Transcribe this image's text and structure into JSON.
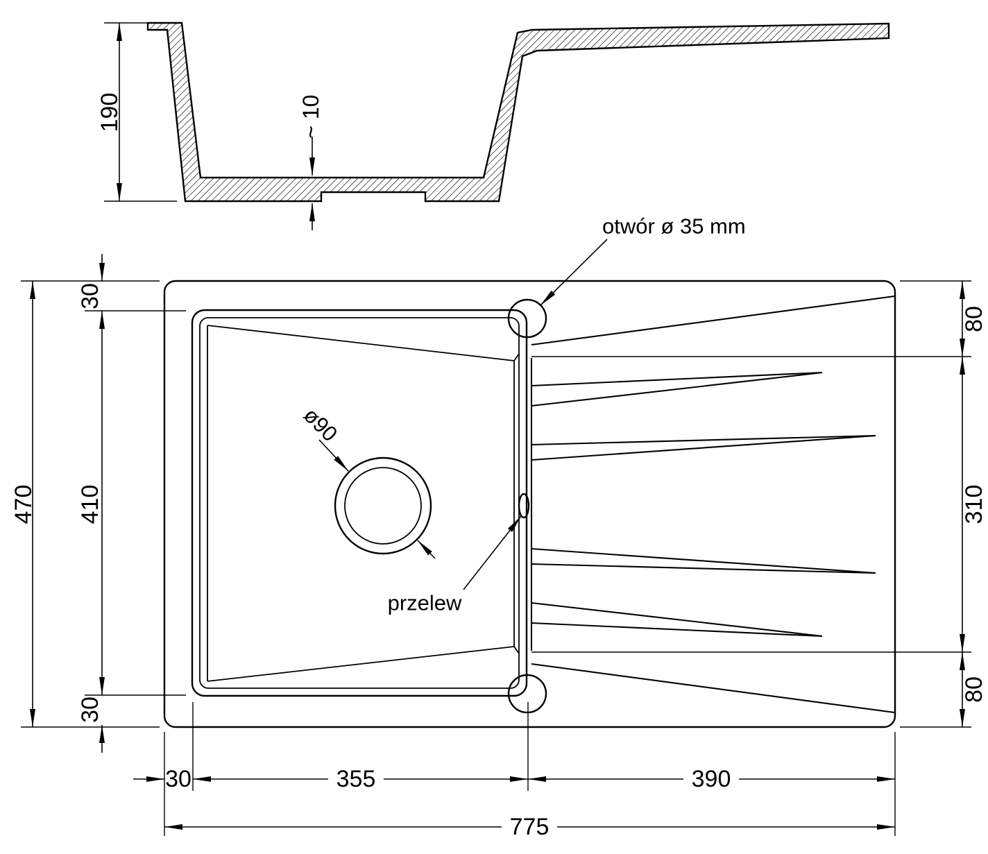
{
  "section": {
    "depth": "190",
    "floor_thickness": "~ 10"
  },
  "plan": {
    "dims": {
      "overall_height": "470",
      "rim_top": "30",
      "bowl_length": "410",
      "rim_bottom": "30",
      "drainer_top": "80",
      "drainer_length": "310",
      "drainer_bottom": "80",
      "rim_left": "30",
      "bowl_width": "355",
      "drainer_width": "390",
      "overall_width": "775"
    },
    "callouts": {
      "tap_hole": "otwór ø 35 mm",
      "drain": "ø90",
      "overflow": "przelew"
    }
  },
  "colors": {
    "line": "#000000",
    "background": "#ffffff"
  }
}
